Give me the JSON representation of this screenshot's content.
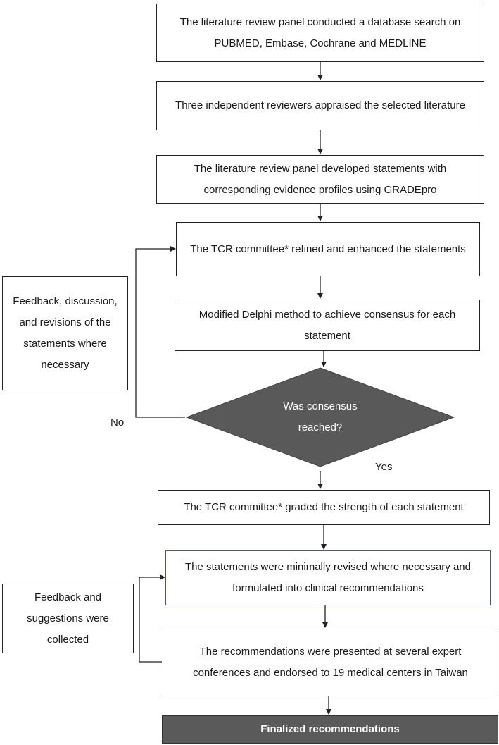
{
  "steps": {
    "search": "The literature review panel conducted a database search on PUBMED, Embase, Cochrane and MEDLINE",
    "appraise": "Three independent reviewers appraised the selected literature",
    "develop": "The literature review panel developed statements with corresponding evidence profiles using GRADEpro",
    "refine": "The TCR committee* refined and enhanced the statements",
    "delphi": "Modified Delphi method to achieve consensus for each statement",
    "decision": "Was consensus reached?",
    "grade": "The TCR committee* graded the strength of each statement",
    "revise": "The statements were minimally revised where necessary and formulated into clinical recommendations",
    "present": "The recommendations were presented at several expert conferences and endorsed to 19 medical centers in Taiwan",
    "final": "Finalized recommendations"
  },
  "feedback": {
    "revisions": "Feedback, discussion, and revisions of the statements where necessary",
    "suggestions": "Feedback and suggestions were collected"
  },
  "labels": {
    "no": "No",
    "yes": "Yes"
  }
}
